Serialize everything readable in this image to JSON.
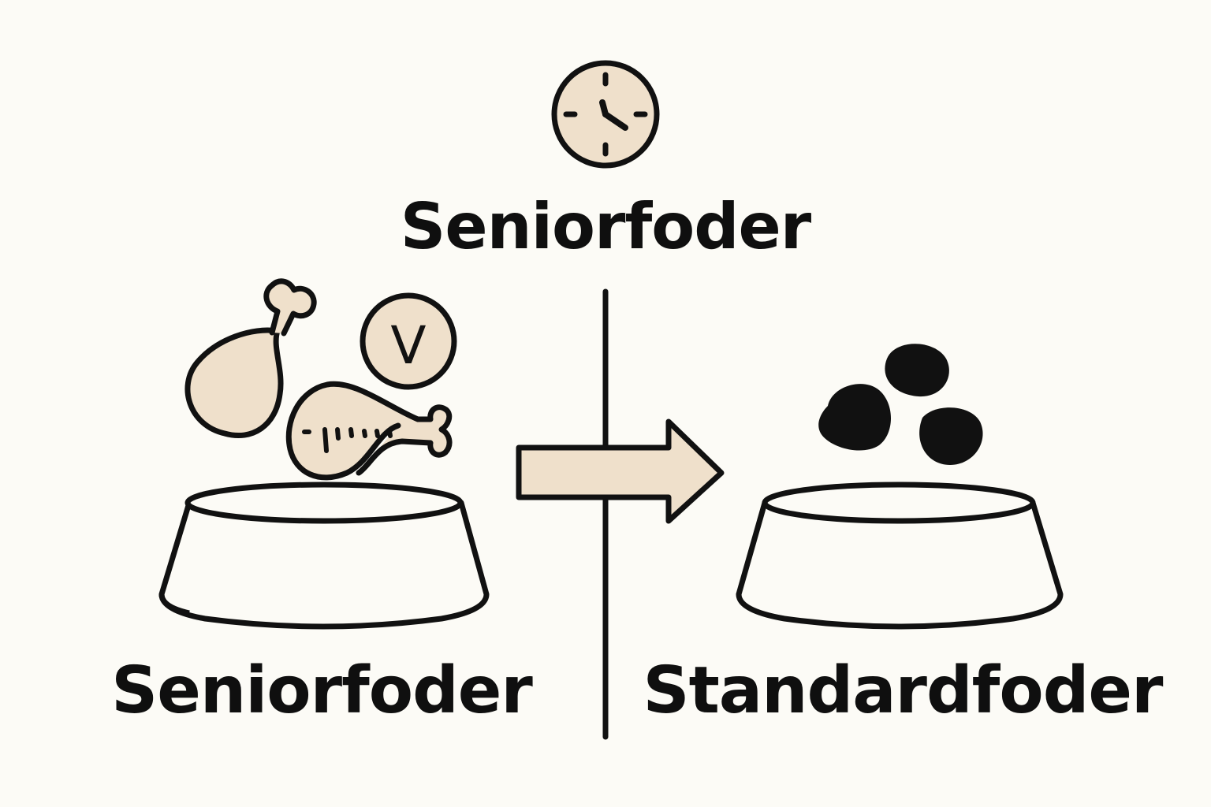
{
  "title": "Seniorfoder",
  "left": {
    "label": "Seniorfoder"
  },
  "right": {
    "label": "Standardfoder"
  },
  "vitamin_badge": {
    "letter": "V"
  },
  "colors": {
    "background": "#fcfbf6",
    "ink": "#111111",
    "fill": "#efe0cb"
  },
  "icons": {
    "top": "clock-icon",
    "left_foods": [
      "chicken-drumstick-icon",
      "chicken-drumstick-icon",
      "vitamin-badge-icon"
    ],
    "left_bowl": "bowl-icon",
    "arrow": "arrow-right-icon",
    "right_kibble": "kibble-icon",
    "right_bowl": "bowl-icon"
  }
}
